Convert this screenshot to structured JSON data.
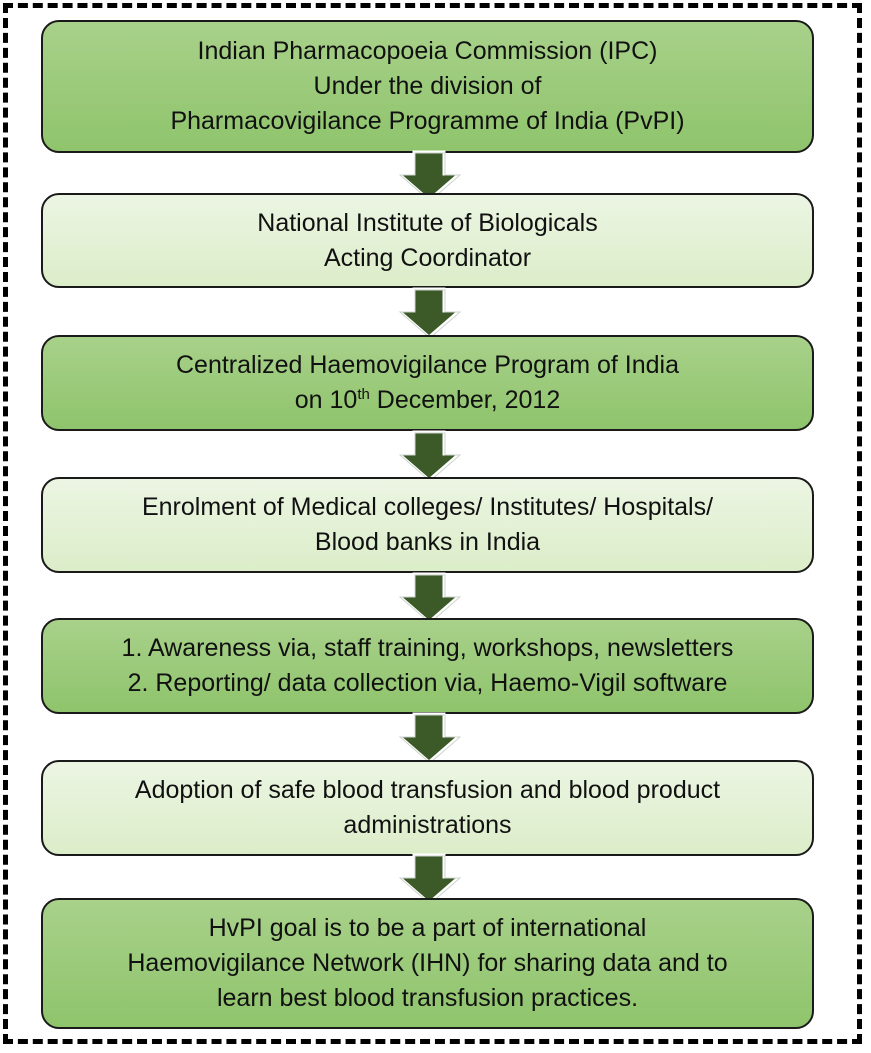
{
  "colors": {
    "dark_box": "#8fc46c",
    "light_box": "#dcedc9",
    "arrow_fill": "#3b5a28",
    "arrow_outline": "#ffffff",
    "border": "#000000"
  },
  "steps": [
    {
      "style": "dark",
      "lines": [
        "Indian Pharmacopoeia Commission (IPC)",
        "Under the division of",
        "Pharmacovigilance Programme of India (PvPI)"
      ]
    },
    {
      "style": "light",
      "lines": [
        "National Institute of Biologicals",
        "Acting Coordinator"
      ]
    },
    {
      "style": "dark",
      "lines": [
        "Centralized Haemovigilance Program of India"
      ],
      "date_line": {
        "prefix": "on 10",
        "sup": "th",
        "suffix": " December, 2012"
      }
    },
    {
      "style": "light",
      "lines": [
        "Enrolment of Medical colleges/ Institutes/ Hospitals/",
        "Blood banks in India"
      ]
    },
    {
      "style": "dark",
      "lines": [
        "1. Awareness via, staff training, workshops, newsletters",
        "2. Reporting/ data collection via, Haemo-Vigil software"
      ]
    },
    {
      "style": "light",
      "lines": [
        "Adoption of safe blood transfusion and blood product",
        "administrations"
      ]
    },
    {
      "style": "dark",
      "lines": [
        "HvPI goal is to be a part of international",
        "Haemovigilance Network (IHN) for sharing data and to",
        "learn best blood transfusion practices."
      ]
    }
  ]
}
